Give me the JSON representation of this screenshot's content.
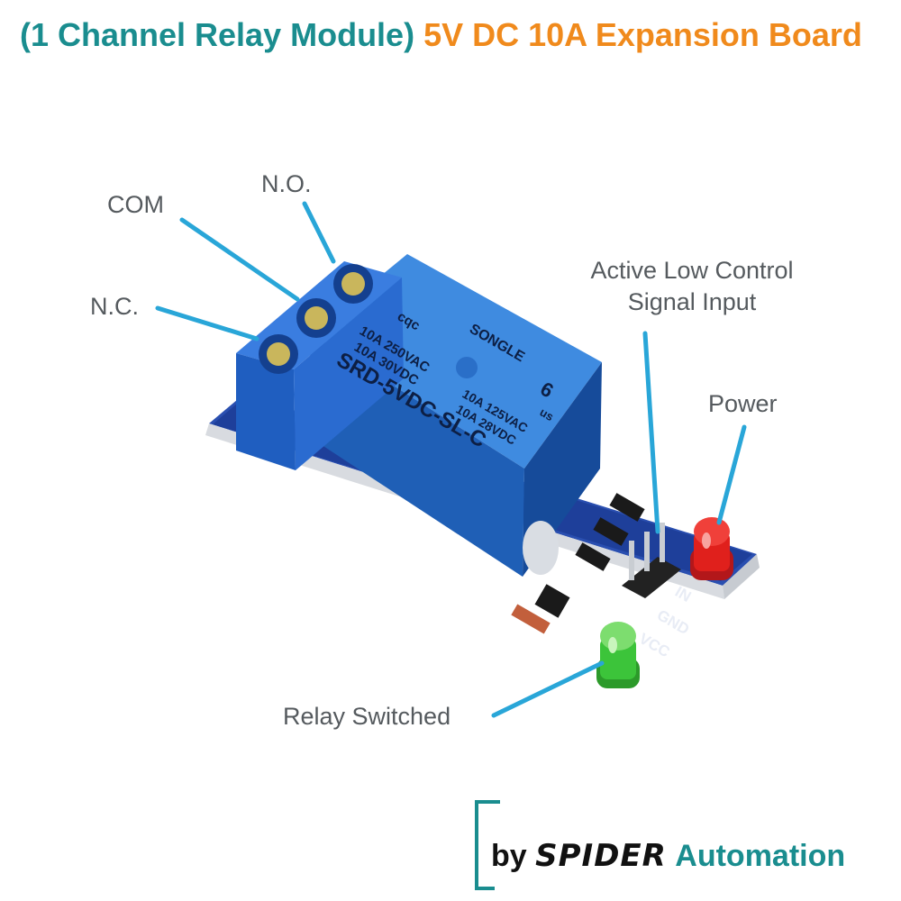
{
  "title": {
    "part1": "(1 Channel Relay Module)",
    "part2": "5V DC 10A Expansion Board"
  },
  "labels": {
    "com": "COM",
    "no": "N.O.",
    "nc": "N.C.",
    "control_line1": "Active Low Control",
    "control_line2": "Signal Input",
    "power": "Power",
    "relay_switched": "Relay Switched"
  },
  "relay_print": {
    "brand": "SONGLE",
    "line1": "10A 250VAC",
    "line2": "10A 30VDC",
    "model": "SRD-5VDC-SL-C",
    "line3": "10A 125VAC",
    "line4": "10A 28VDC",
    "cert": "cqc",
    "ul_number": "6",
    "ul_suffix": "us"
  },
  "pins": {
    "in": "IN",
    "gnd": "GND",
    "vcc": "VCC"
  },
  "brand": {
    "by": "by",
    "name": "SPIDER",
    "suffix": "Automation"
  },
  "colors": {
    "title_teal": "#1a8d8f",
    "title_orange": "#f08a1c",
    "pcb_blue": "#1e3f9a",
    "relay_blue": "#1f5fb6",
    "terminal_blue": "#1f5ec0",
    "leader_line": "#29a6d8",
    "led_red": "#e0201c",
    "led_green": "#3cc43a"
  }
}
